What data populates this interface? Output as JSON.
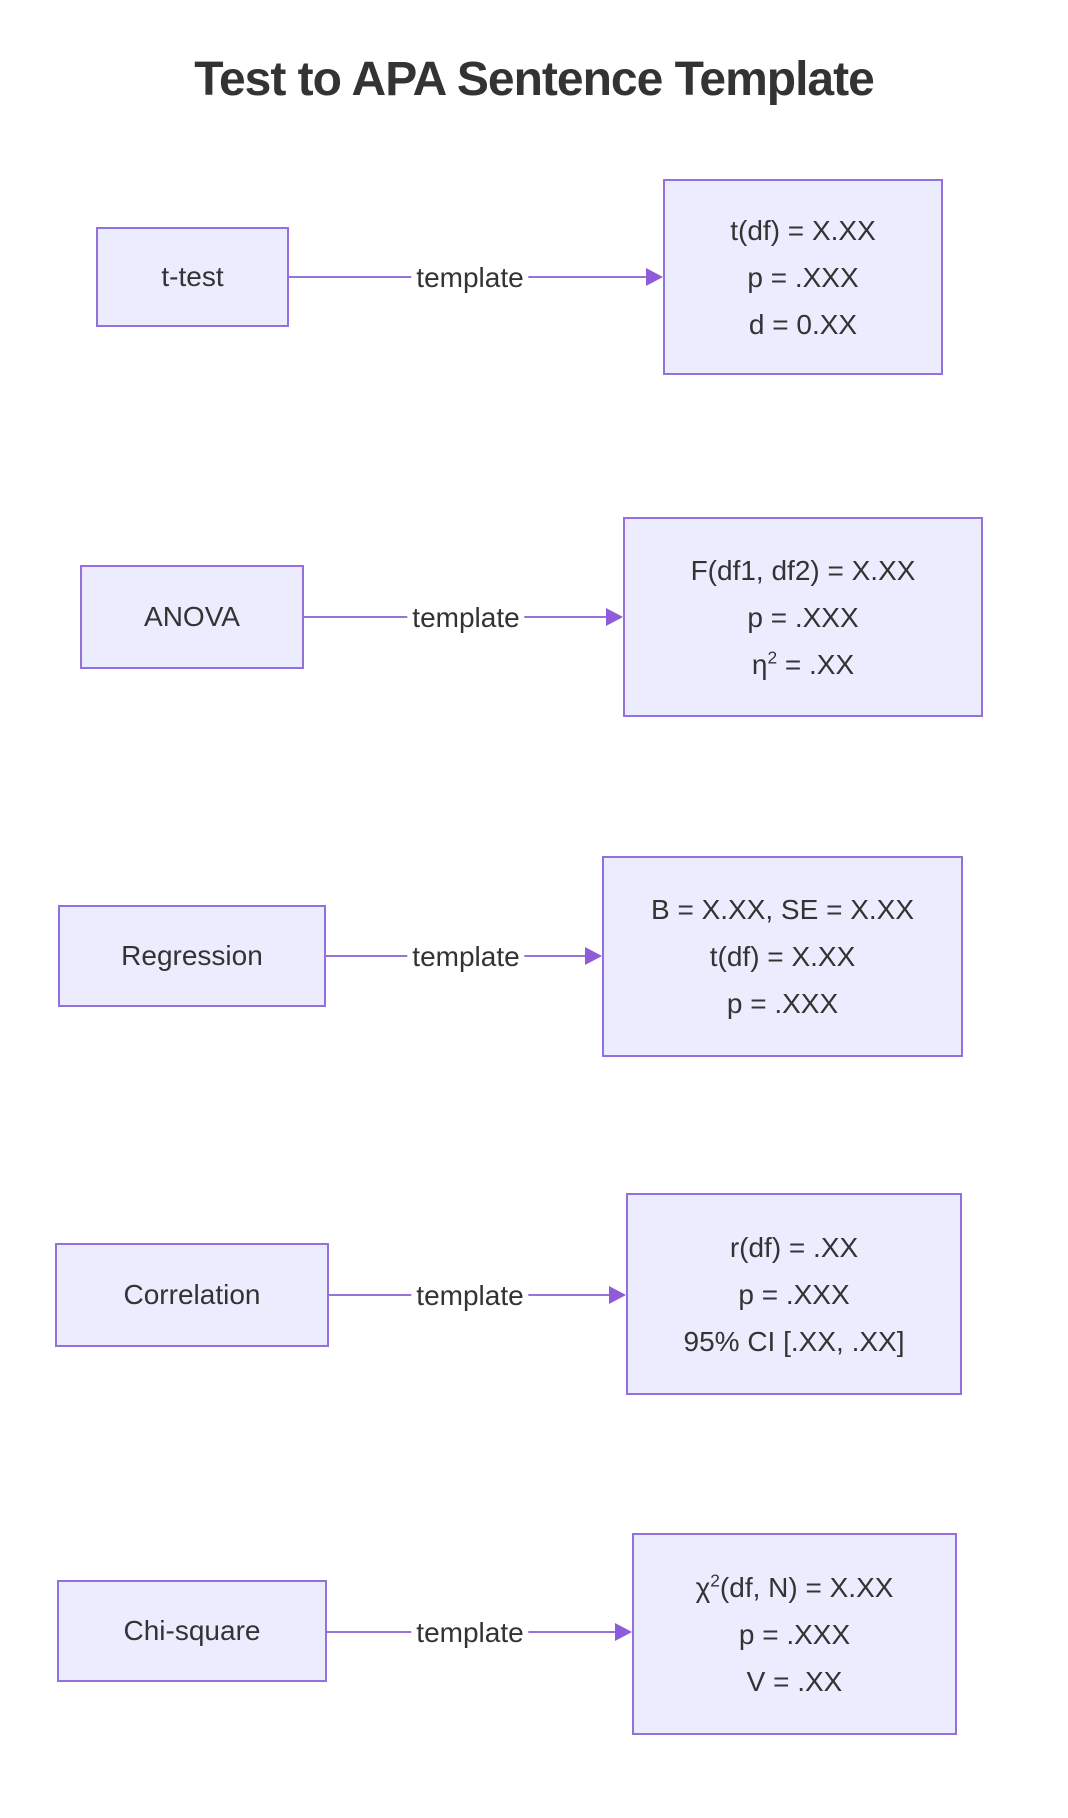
{
  "diagram": {
    "type": "flowchart",
    "title": "Test to APA Sentence Template",
    "edge_label": "template",
    "colors": {
      "node_fill": "#ECECFF",
      "node_border": "#9370DB",
      "edge_line": "#9673D6",
      "arrowhead": "#8E5CD9",
      "text": "#333333"
    },
    "rows": [
      {
        "test": "t-test",
        "template_lines": [
          "t(df) = X.XX",
          "p = .XXX",
          "d = 0.XX"
        ]
      },
      {
        "test": "ANOVA",
        "template_lines": [
          "F(df1, df2) = X.XX",
          "p = .XXX",
          "η² = .XX"
        ]
      },
      {
        "test": "Regression",
        "template_lines": [
          "B = X.XX, SE = X.XX",
          "t(df) = X.XX",
          "p = .XXX"
        ]
      },
      {
        "test": "Correlation",
        "template_lines": [
          "r(df) = .XX",
          "p = .XXX",
          "95% CI [.XX, .XX]"
        ]
      },
      {
        "test": "Chi-square",
        "template_lines": [
          "χ²(df, N) = X.XX",
          "p = .XXX",
          "V = .XX"
        ]
      }
    ]
  }
}
